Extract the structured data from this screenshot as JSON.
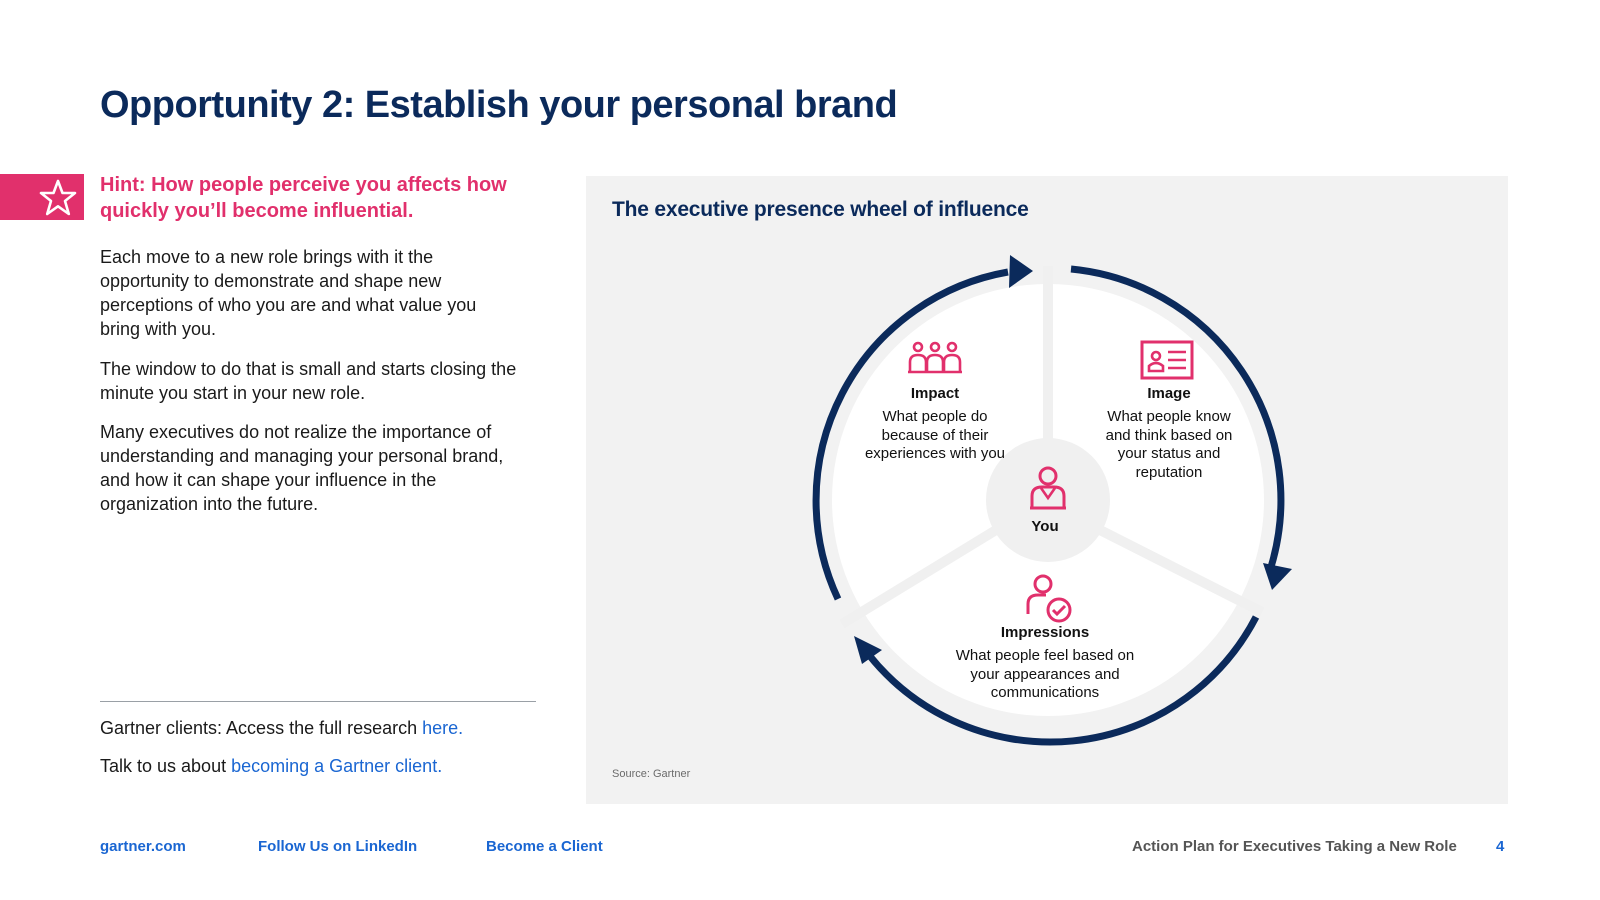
{
  "page": {
    "title": "Opportunity 2: Establish your personal brand"
  },
  "hint": {
    "icon": "star-icon",
    "text": "Hint: How people perceive you affects how quickly you’ll become influential."
  },
  "body": {
    "paragraphs": [
      "Each move to a new role brings with it the opportunity to demonstrate and shape new perceptions of who you are and what value you bring with you.",
      "The window to do that is small and starts closing the minute you start in your new role.",
      "Many executives do not realize the importance of understanding and managing your personal brand, and how it can shape your influence in the organization into the future."
    ]
  },
  "access": {
    "line1_prefix": "Gartner clients: Access the full research ",
    "line1_link": "here.",
    "line2_prefix": "Talk to us about ",
    "line2_link": "becoming a Gartner client."
  },
  "figure": {
    "title": "The executive presence wheel of influence",
    "source": "Source: Gartner",
    "center": {
      "label": "You",
      "icon": "person-icon"
    },
    "segments": [
      {
        "name": "Impact",
        "icon": "group-icon",
        "description": "What people do because of their experiences with you"
      },
      {
        "name": "Image",
        "icon": "id-card-icon",
        "description": "What people know and think based on your status and reputation"
      },
      {
        "name": "Impressions",
        "icon": "person-check-icon",
        "description": "What people feel based on your appearances and communications"
      }
    ]
  },
  "colors": {
    "navy": "#0b2a5b",
    "pink": "#e1306c",
    "link": "#1a66d2",
    "panel_bg": "#f2f2f2"
  },
  "footer": {
    "site": "gartner.com",
    "linkedin": "Follow Us on LinkedIn",
    "become_client": "Become a Client",
    "doc_title": "Action Plan for Executives Taking a New Role",
    "page_number": "4"
  }
}
